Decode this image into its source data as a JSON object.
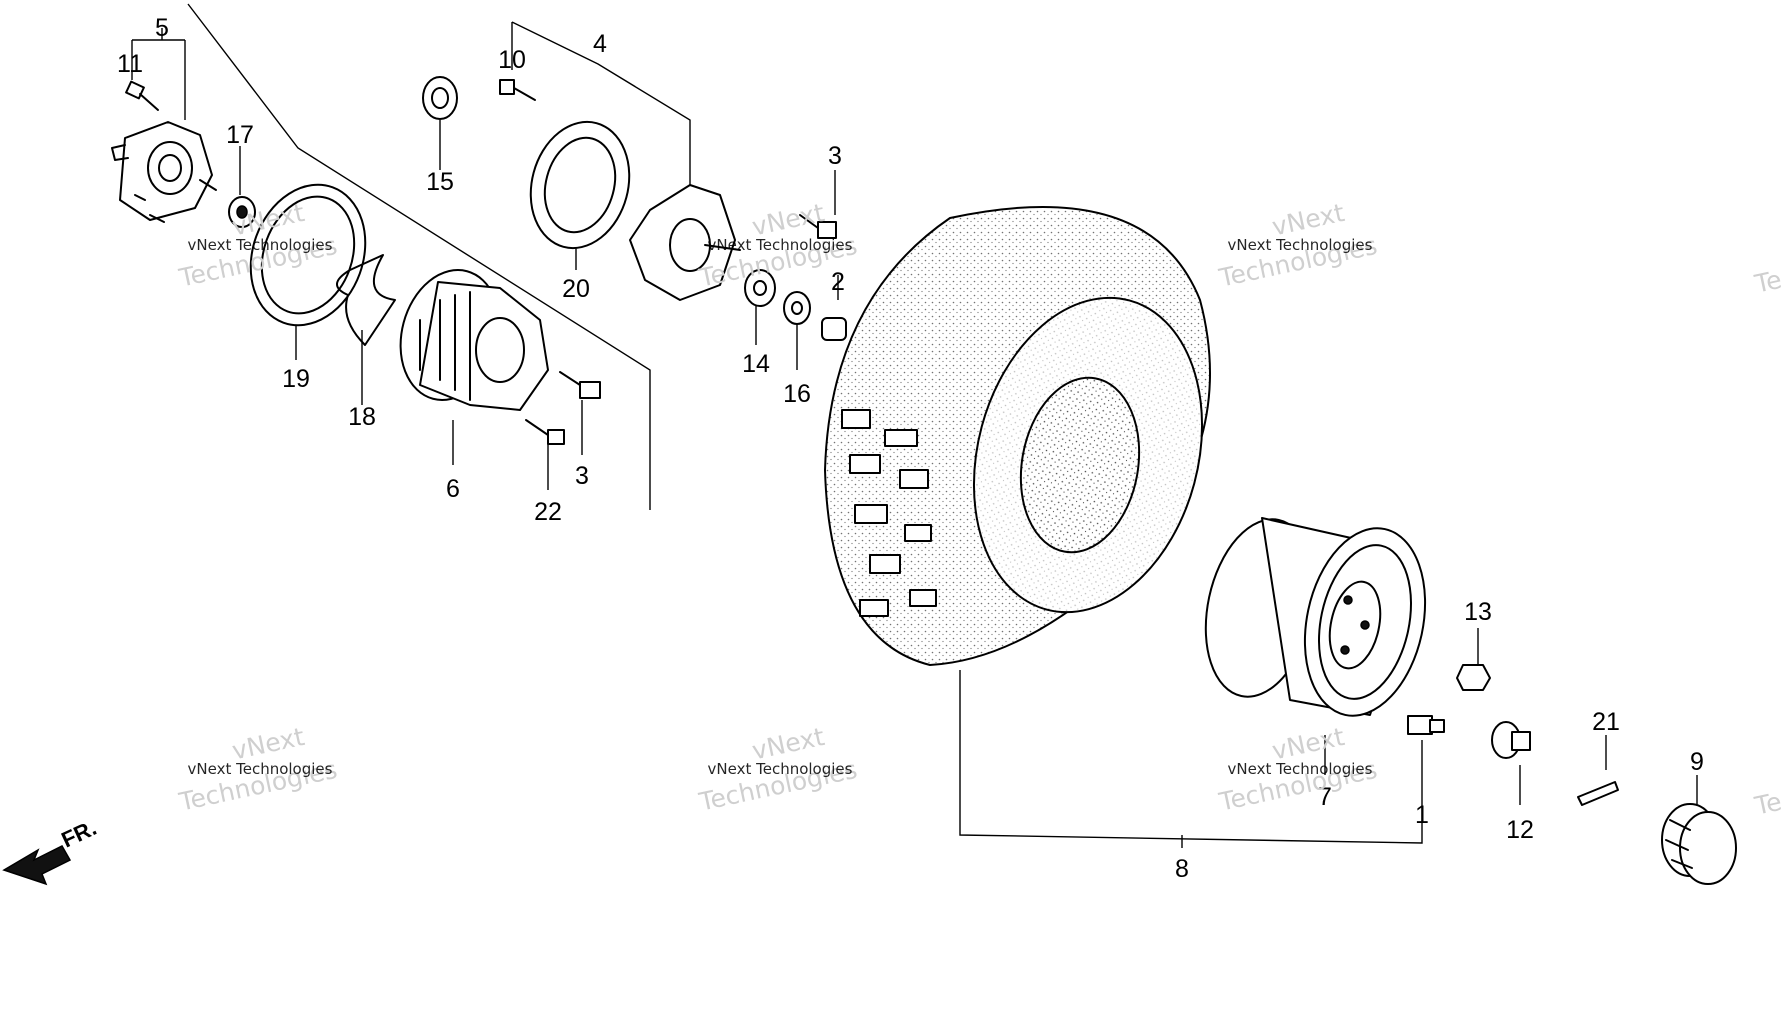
{
  "callouts": {
    "p1": "1",
    "p2": "2",
    "p3a": "3",
    "p3b": "3",
    "p4": "4",
    "p5": "5",
    "p6": "6",
    "p7": "7",
    "p8": "8",
    "p9": "9",
    "p10": "10",
    "p11": "11",
    "p12": "12",
    "p13": "13",
    "p14": "14",
    "p15": "15",
    "p16": "16",
    "p17": "17",
    "p18": "18",
    "p19": "19",
    "p20": "20",
    "p21": "21",
    "p22": "22"
  },
  "direction_label": "FR.",
  "watermark": {
    "line1": "vNext Technologies",
    "line2": "vNext",
    "line3": "Technologies",
    "edge_fragment": "Te"
  }
}
